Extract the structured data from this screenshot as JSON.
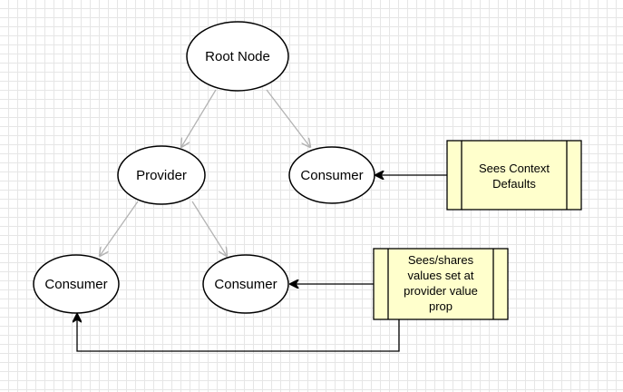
{
  "colors": {
    "grid": "#e6e6e6",
    "node_fill": "#ffffff",
    "node_stroke": "#000000",
    "note_fill": "#ffffcc",
    "note_stroke": "#000000",
    "tree_edge": "#b3b3b3",
    "note_edge": "#000000"
  },
  "nodes": {
    "root": "Root Node",
    "provider": "Provider",
    "consumer_top": "Consumer",
    "consumer_left": "Consumer",
    "consumer_mid": "Consumer"
  },
  "notes": {
    "defaults": [
      "Sees Context",
      "Defaults"
    ],
    "shares": [
      "Sees/shares",
      "values set at",
      "provider value",
      "prop"
    ]
  }
}
